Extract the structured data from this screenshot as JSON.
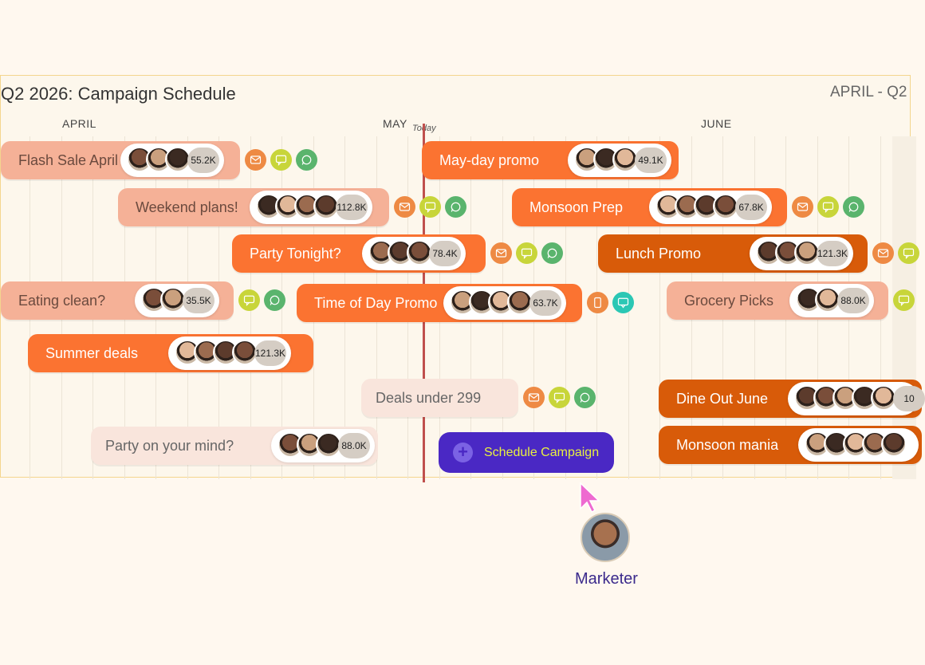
{
  "board": {
    "title": "Q2 2026: Campaign Schedule",
    "range": "APRIL - Q2",
    "months": [
      "APRIL",
      "MAY",
      "JUNE"
    ],
    "today_label": "Today"
  },
  "campaigns": [
    {
      "name": "Flash Sale April",
      "count": "55.2K",
      "channels": [
        "email",
        "sms",
        "whatsapp"
      ],
      "tone": "pale"
    },
    {
      "name": "May-day promo",
      "count": "49.1K",
      "channels": [],
      "tone": "orange"
    },
    {
      "name": "Weekend plans!",
      "count": "112.8K",
      "channels": [
        "email",
        "sms",
        "whatsapp"
      ],
      "tone": "pale"
    },
    {
      "name": "Monsoon Prep",
      "count": "67.8K",
      "channels": [
        "email",
        "sms",
        "whatsapp"
      ],
      "tone": "orange"
    },
    {
      "name": "Party Tonight?",
      "count": "78.4K",
      "channels": [
        "email",
        "sms",
        "whatsapp"
      ],
      "tone": "orange"
    },
    {
      "name": "Lunch Promo",
      "count": "121.3K",
      "channels": [
        "email",
        "sms"
      ],
      "tone": "dark"
    },
    {
      "name": "Eating clean?",
      "count": "35.5K",
      "channels": [
        "sms",
        "whatsapp"
      ],
      "tone": "pale"
    },
    {
      "name": "Time of Day Promo",
      "count": "63.7K",
      "channels": [
        "push",
        "in-app"
      ],
      "tone": "orange"
    },
    {
      "name": "Grocery Picks",
      "count": "88.0K",
      "channels": [
        "sms"
      ],
      "tone": "pale"
    },
    {
      "name": "Summer deals",
      "count": "121.3K",
      "channels": [],
      "tone": "orange"
    },
    {
      "name": "Deals under 299",
      "count": "",
      "channels": [
        "email",
        "sms",
        "whatsapp"
      ],
      "tone": "faint"
    },
    {
      "name": "Dine Out June",
      "count": "10",
      "channels": [],
      "tone": "dark"
    },
    {
      "name": "Party on your mind?",
      "count": "88.0K",
      "channels": [],
      "tone": "faint"
    },
    {
      "name": "Monsoon mania",
      "count": "",
      "channels": [],
      "tone": "dark"
    }
  ],
  "schedule_button": {
    "label": "Schedule Campaign"
  },
  "marketer": {
    "label": "Marketer"
  },
  "colors": {
    "pale": "#f5b197",
    "orange": "#fb7331",
    "dark": "#d85b09",
    "faint": "#f9e5dc",
    "email": "#ee8a44",
    "sms": "#c8d53a",
    "whatsapp": "#5ab46d",
    "push": "#ee8a44",
    "in-app": "#2bc7b4",
    "accent": "#4a28c4"
  }
}
